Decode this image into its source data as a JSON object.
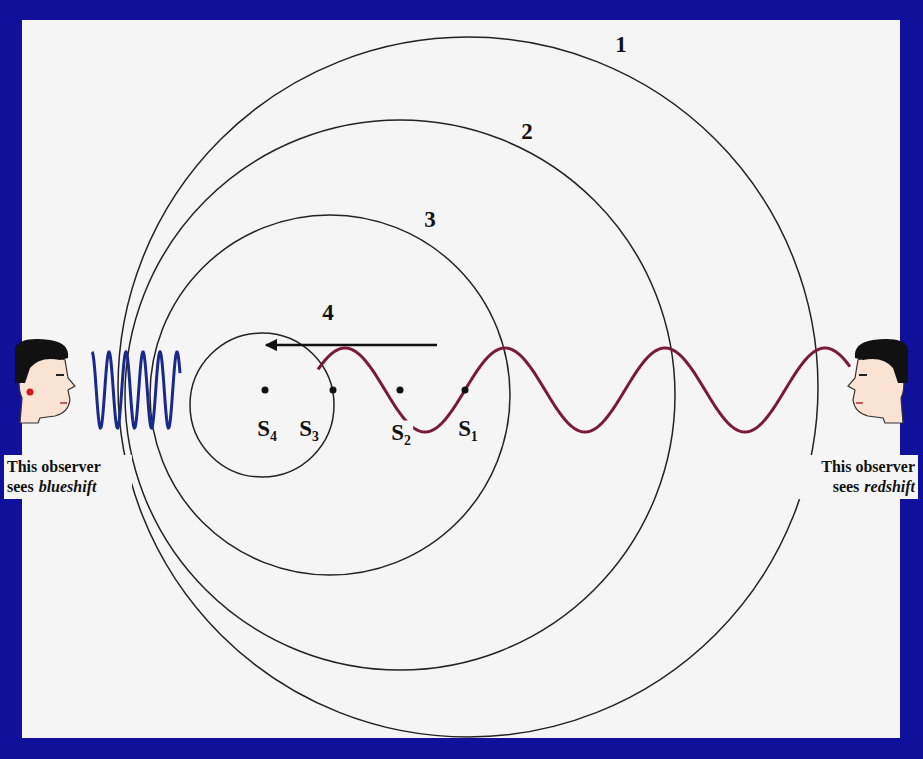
{
  "diagram": {
    "labels": [
      "1",
      "2",
      "3",
      "4",
      "S₄",
      "S₃",
      "S₂",
      "S₁",
      "This observer sees",
      "blueshift",
      "This observer sees",
      "redshift"
    ]
  }
}
